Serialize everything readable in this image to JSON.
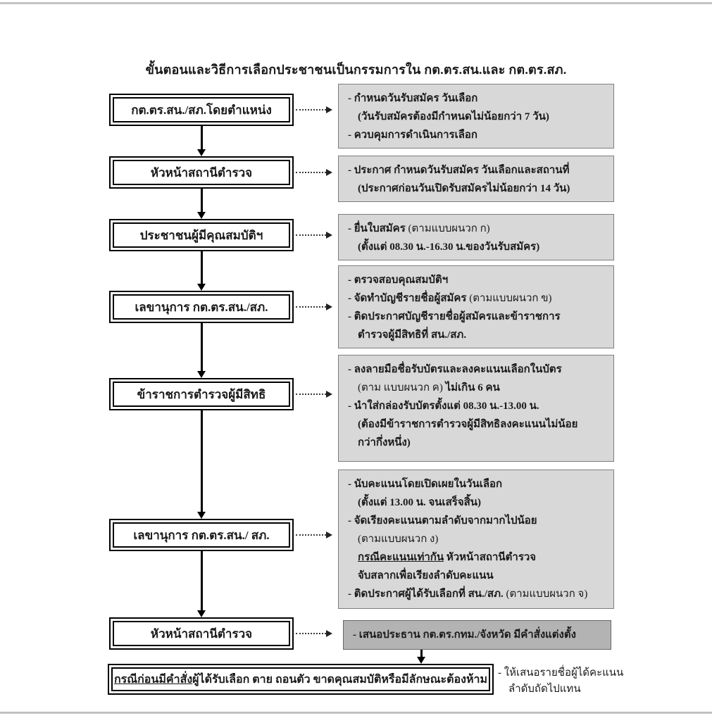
{
  "page": {
    "title": "ขั้นตอนและวิธีการเลือกประชาชนเป็นกรรมการใน กต.ตร.สน.และ กต.ตร.สภ.",
    "colors": {
      "detail_box_bg": "#d8d8d8",
      "final_detail_box_bg": "#b3b3b3",
      "box_border": "#000000"
    }
  },
  "flow": {
    "steps": [
      {
        "actor": "กต.ตร.สน./สภ.โดยตำแหน่ง",
        "detail": {
          "l1": "- กำหนดวันรับสมัคร วันเลือก",
          "l2": "(วันรับสมัครต้องมีกำหนดไม่น้อยกว่า 7 วัน)",
          "l3": "- ควบคุมการดำเนินการเลือก"
        }
      },
      {
        "actor": "หัวหน้าสถานีตำรวจ",
        "detail": {
          "l1": "- ประกาศ กำหนดวันรับสมัคร วันเลือกและสถานที่",
          "l2": "(ประกาศก่อนวันเปิดรับสมัครไม่น้อยกว่า 14 วัน)"
        }
      },
      {
        "actor": "ประชาชนผู้มีคุณสมบัติฯ",
        "detail": {
          "l1a": "- ยื่นใบสมัคร ",
          "l1b": "(ตามแบบผนวก ก)",
          "l2": "(ตั้งแต่ 08.30 น.-16.30 น.ของวันรับสมัคร)"
        }
      },
      {
        "actor": "เลขานุการ กต.ตร.สน./สภ.",
        "detail": {
          "l1": "- ตรวจสอบคุณสมบัติฯ",
          "l2a": "- จัดทำบัญชีรายชื่อผู้สมัคร ",
          "l2b": "(ตามแบบผนวก ข)",
          "l3": "- ติดประกาศบัญชีรายชื่อผู้สมัครและข้าราชการ",
          "l4": "ตำรวจผู้มีสิทธิที่ สน./สภ."
        }
      },
      {
        "actor": "ข้าราชการตำรวจผู้มีสิทธิ",
        "detail": {
          "l1": "- ลงลายมือชื่อรับบัตรและลงคะแนนเลือกในบัตร",
          "l2a": "(ตาม แบบผนวก ค) ",
          "l2b": "ไม่เกิน 6 คน",
          "l3": "- นำใส่กล่องรับบัตรตั้งแต่ 08.30 น.-13.00 น.",
          "l4": "(ต้องมีข้าราชการตำรวจผู้มีสิทธิลงคะแนนไม่น้อย",
          "l5": "กว่ากึ่งหนึ่ง)"
        }
      },
      {
        "actor": "เลขานุการ กต.ตร.สน./ สภ.",
        "detail": {
          "l1": "- นับคะแนนโดยเปิดเผยในวันเลือก",
          "l2": "(ตั้งแต่ 13.00 น. จนเสร็จสิ้น)",
          "l3": "- จัดเรียงคะแนนตามลำดับจากมากไปน้อย",
          "l4": "(ตามแบบผนวก ง)",
          "l5a": "กรณีคะแนนเท่ากัน",
          "l5b": " หัวหน้าสถานีตำรวจ",
          "l6": "จับสลากเพื่อเรียงลำดับคะแนน",
          "l7a": "- ติดประกาศผู้ได้รับเลือกที่ สน./สภ. ",
          "l7b": "(ตามแบบผนวก จ)"
        }
      },
      {
        "actor": "หัวหน้าสถานีตำรวจ",
        "detail": {
          "l1": "- เสนอประธาน กต.ตร.กทม./จังหวัด มีคำสั่งแต่งตั้ง"
        }
      }
    ],
    "exception": {
      "box_a": "กรณีก่อนมีคำสั่ง",
      "box_b": " ผู้ได้รับเลือก ตาย ถอนตัว ขาดคุณสมบัติหรือมีลักษณะต้องห้าม",
      "note_l1": "- ให้เสนอรายชื่อผู้ได้คะแนน",
      "note_l2": "ลำดับถัดไปแทน"
    }
  }
}
